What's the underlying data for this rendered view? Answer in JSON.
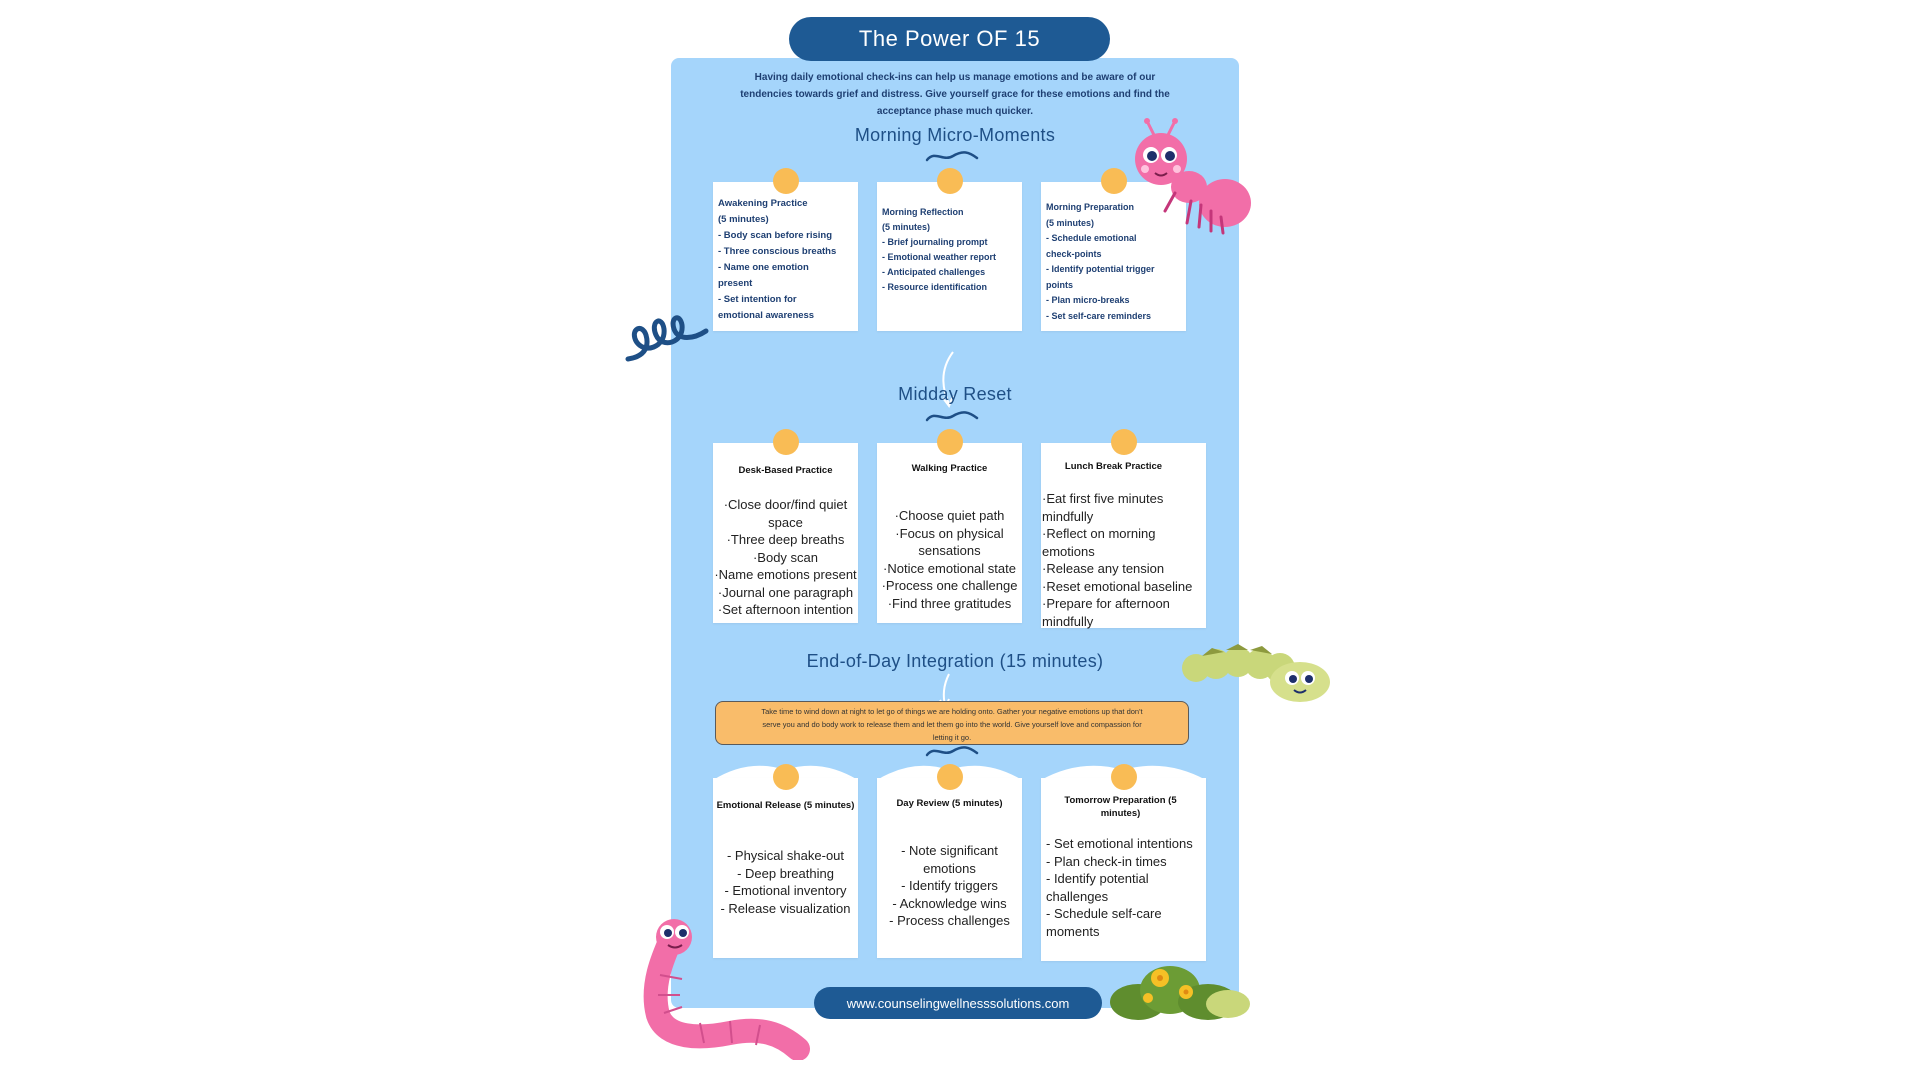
{
  "header": {
    "title": "The Power OF 15"
  },
  "intro": {
    "lines": [
      "Having daily emotional check-ins can help us manage emotions and be aware of our",
      "tendencies towards grief and distress.  Give yourself grace for these emotions and find the",
      "acceptance phase much quicker."
    ]
  },
  "morning": {
    "title": "Morning Micro-Moments",
    "cards": [
      {
        "lines": [
          "Awakening Practice",
          " (5 minutes)",
          "- Body scan before rising",
          "- Three conscious breaths",
          "- Name one emotion",
          "present",
          "- Set intention for",
          "emotional awareness"
        ]
      },
      {
        "lines": [
          "Morning Reflection",
          "(5 minutes)",
          "- Brief journaling prompt",
          "- Emotional weather report",
          "- Anticipated challenges",
          "- Resource identification"
        ]
      },
      {
        "lines": [
          "Morning Preparation",
          " (5 minutes)",
          "- Schedule emotional",
          "check-points",
          "- Identify potential trigger",
          "points",
          "- Plan micro-breaks",
          "- Set self-care reminders"
        ]
      }
    ]
  },
  "midday": {
    "title": "Midday Reset",
    "cards": [
      {
        "title": "Desk-Based Practice",
        "lines": [
          "·Close door/find quiet",
          "space",
          "·Three deep breaths",
          "·Body scan",
          "·Name emotions present",
          "·Journal one paragraph",
          "·Set afternoon intention"
        ]
      },
      {
        "title": "Walking Practice",
        "lines": [
          "·Choose quiet path",
          "·Focus on physical",
          "sensations",
          "·Notice emotional state",
          "·Process one challenge",
          "·Find three gratitudes"
        ]
      },
      {
        "title": "Lunch Break Practice",
        "lines": [
          "·Eat first five minutes",
          "mindfully",
          "·Reflect on morning",
          "emotions",
          "·Release any  tension",
          "·Reset emotional baseline",
          "·Prepare for afternoon",
          "mindfully"
        ]
      }
    ]
  },
  "end_of_day": {
    "title": "End-of-Day Integration (15 minutes)",
    "note_lines": [
      "Take time to wind down at night to let go of things we are holding onto.  Gather your negative emotions up that don't",
      "serve you and do body work to release them and let them go into the world.  Give yourself love and compassion for",
      "letting it go."
    ],
    "cards": [
      {
        "title_lines": [
          "Emotional Release (5 minutes)"
        ],
        "lines": [
          "- Physical shake-out",
          "- Deep breathing",
          "- Emotional inventory",
          "- Release visualization"
        ]
      },
      {
        "title_lines": [
          "Day Review (5 minutes)"
        ],
        "lines": [
          "- Note significant",
          "emotions",
          "- Identify triggers",
          "- Acknowledge wins",
          "- Process challenges"
        ]
      },
      {
        "title_lines": [
          "Tomorrow Preparation (5",
          "minutes)"
        ],
        "lines": [
          "- Set emotional intentions",
          "- Plan check-in times",
          "- Identify potential",
          "challenges",
          "- Schedule self-care",
          "moments"
        ]
      }
    ]
  },
  "footer": {
    "url": "www.counselingwellnesssolutions.com"
  },
  "colors": {
    "panel": "#a5d5fb",
    "navy": "#1e5a94",
    "pin": "#f9bc55",
    "note": "#f9bc6a",
    "ant": "#f26ea8",
    "caterpillar": "#c9d77a"
  },
  "icons": [
    "pin-icon",
    "squiggle-icon",
    "ant-icon",
    "caterpillar-icon",
    "worm-icon",
    "bush-icon",
    "swirl-icon",
    "arrow-icon"
  ]
}
